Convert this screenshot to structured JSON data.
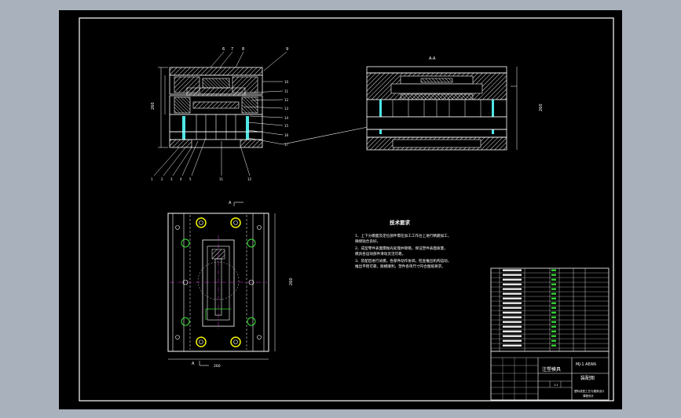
{
  "drawing": {
    "section_label": "A-A",
    "technical_requirements": {
      "title": "技术要求",
      "items": [
        "1、上下分模面及定位部件需在加工工作台上进行精磨加工，",
        "   确保贴合良好。",
        "2、成型零件表面需抛光处理并镀铬，保证塑件表面质量，",
        "   模具各运动部件滑动灵活可靠。",
        "3、装配后进行试模，各部件动作协调，检查推出机构运动，",
        "   推出平稳可靠，脱模顺利，塑件各项尺寸符合图纸要求。"
      ]
    },
    "section_cut_marks": [
      "A",
      "A"
    ],
    "part_numbers_top": [
      "6",
      "7",
      "8",
      "9"
    ],
    "part_numbers_bottom": [
      "1",
      "2",
      "3",
      "4",
      "5",
      "11",
      "12"
    ],
    "part_numbers_side": [
      "10",
      "11",
      "12",
      "13",
      "14",
      "15",
      "16",
      "17"
    ],
    "title_block": {
      "drawing_name": "注塑模具",
      "drawing_number": "MJ-1 AEAN",
      "sheet_type": "装配图",
      "scale": "1:1",
      "institution": "塑料成型工艺与模具设计",
      "sub_title": "课程设计"
    }
  },
  "colors": {
    "paper": "#000000",
    "outer_frame": "#ffffff",
    "cyan": "#4fe6e6",
    "yellow": "#f4f400",
    "green": "#39e339",
    "magenta": "#ff4dff",
    "background": "#a9b1bd"
  }
}
